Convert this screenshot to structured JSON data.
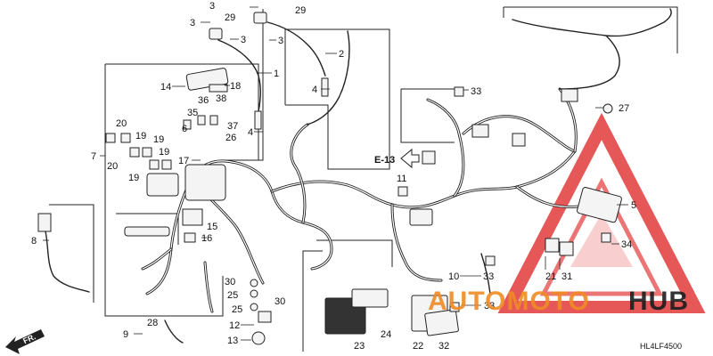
{
  "diagram": {
    "code": "HL4LF4500",
    "reference_label": "E-13",
    "direction_label": "FR.",
    "watermark": {
      "text_a": "AUTOMOTO",
      "text_b": "HUB",
      "color_a": "#f08a24",
      "color_b": "#1d1d1d",
      "logo_color": "#e23b3b"
    },
    "callouts": {
      "c1": "1",
      "c2": "2",
      "c3a": "3",
      "c3b": "3",
      "c3c": "3",
      "c3d": "3",
      "c4a": "4",
      "c4b": "4",
      "c5": "5",
      "c6": "6",
      "c7": "7",
      "c8": "8",
      "c9": "9",
      "c10": "10",
      "c11": "11",
      "c12": "12",
      "c13": "13",
      "c14": "14",
      "c15": "15",
      "c16": "16",
      "c17": "17",
      "c18": "18",
      "c19a": "19",
      "c19b": "19",
      "c19c": "19",
      "c19d": "19",
      "c20a": "20",
      "c20b": "20",
      "c21": "21",
      "c22": "22",
      "c23": "23",
      "c24": "24",
      "c25a": "25",
      "c25b": "25",
      "c26": "26",
      "c27": "27",
      "c28": "28",
      "c29a": "29",
      "c29b": "29",
      "c30a": "30",
      "c30b": "30",
      "c31": "31",
      "c32": "32",
      "c33a": "33",
      "c33b": "33",
      "c33c": "33",
      "c34": "34",
      "c35": "35",
      "c36": "36",
      "c37": "37",
      "c38": "38"
    }
  }
}
